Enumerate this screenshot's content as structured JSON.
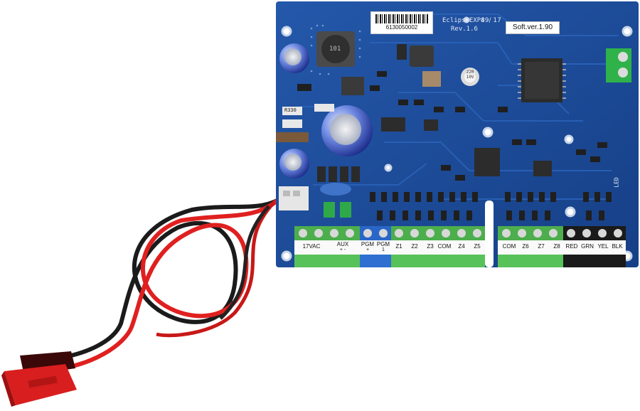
{
  "board": {
    "model": "EclipseEXP8",
    "revision": "Rev.1.6",
    "batch": "49/ 17",
    "serial": "6130050002",
    "software_label": "Soft.ver.1.90",
    "resistor_mark": "R330",
    "inductor_mark": "101",
    "cap_mark": "220 10V",
    "led_mark": "LED"
  },
  "terminals_left": [
    "17VAC",
    "AUX",
    "PGM",
    "PGM",
    "Z1",
    "Z2",
    "Z3",
    "COM",
    "Z4",
    "Z5"
  ],
  "terminals_left_sub": [
    "",
    "+  -",
    "+",
    "1",
    "",
    "",
    "",
    "",
    "",
    ""
  ],
  "terminals_right": [
    "COM",
    "Z6",
    "Z7",
    "Z8",
    "RED",
    "GRN",
    "YEL",
    "BLK"
  ],
  "colors": {
    "pcb": "#1c4fa0",
    "terminal_green": "#5cc35a",
    "terminal_blue": "#2e6fd1",
    "terminal_black": "#1a1a1a",
    "wire_red": "#e02020",
    "wire_black": "#1b1b1b"
  }
}
